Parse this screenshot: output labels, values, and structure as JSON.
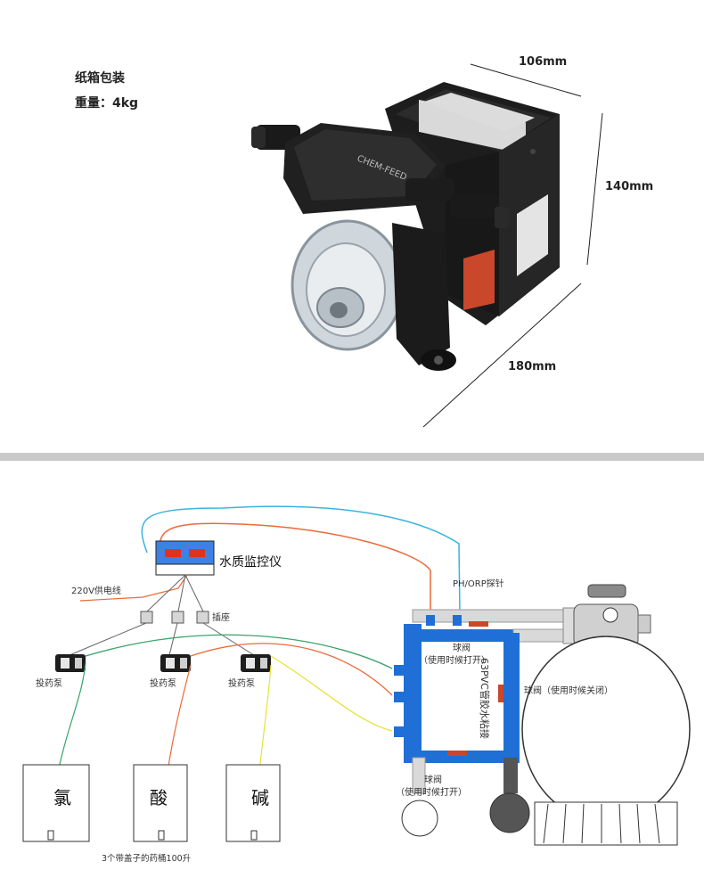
{
  "product": {
    "packaging_label": "纸箱包装",
    "weight_label": "重量：4kg",
    "pump_brand_text": "CHEM-FEED",
    "dimensions": {
      "width": "106mm",
      "height": "140mm",
      "length": "180mm"
    }
  },
  "diagram": {
    "monitor_label": "水质监控仪",
    "power_label": "220V供电线",
    "socket_label": "插座",
    "probe_label": "PH/ORP探针",
    "pumps": [
      {
        "label": "投药泵"
      },
      {
        "label": "投药泵"
      },
      {
        "label": "投药泵"
      }
    ],
    "tanks": [
      {
        "label": "氯"
      },
      {
        "label": "酸"
      },
      {
        "label": "碱"
      }
    ],
    "tanks_caption": "3个带盖子的药桶100升",
    "valve_top_line1": "球阀",
    "valve_top_line2": "（使用时候打开）",
    "pipe_label": "63PVC管胶水粘接",
    "valve_right": "球阀（使用时候关闭）",
    "valve_bottom_line1": "球阀",
    "valve_bottom_line2": "（使用时候打开）",
    "colors": {
      "pipe": "#1f6fd6",
      "blue_wire": "#39b4e0",
      "orange_wire": "#ec6a3a",
      "green_wire": "#3aa46a",
      "yellow_wire": "#e8e23a",
      "monitor": "#3d82e3",
      "display": "#e0321e"
    }
  }
}
